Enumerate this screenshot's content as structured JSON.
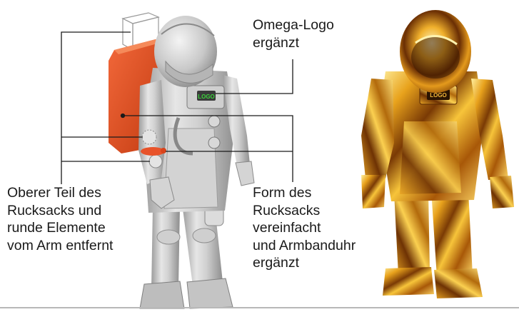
{
  "annotations": {
    "omega_logo": {
      "lines": [
        "Omega-Logo",
        "ergänzt"
      ]
    },
    "backpack_top_removed": {
      "lines": [
        "Oberer Teil des",
        "Rucksacks und",
        "runde Elemente",
        "vom Arm entfernt"
      ]
    },
    "backpack_shape_simplified": {
      "lines": [
        "Form des",
        "Rucksacks",
        "vereinfacht",
        "und Armbanduhr",
        "ergänzt"
      ]
    }
  },
  "figures": {
    "left": {
      "chest_label": "LOGO",
      "body_color": "#d9d9d9",
      "highlight_color": "#e8532a"
    },
    "right": {
      "chest_label": "LOGO",
      "body_color": "#d99a1c"
    }
  }
}
